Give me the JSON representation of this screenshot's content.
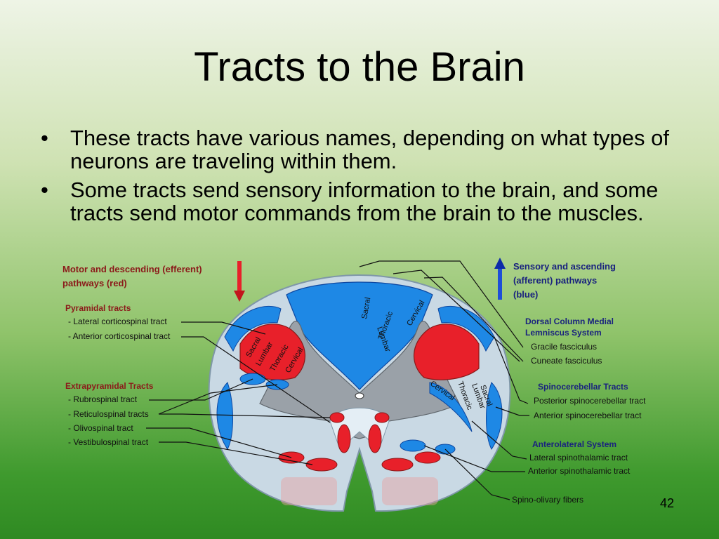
{
  "slide": {
    "title": "Tracts to the Brain",
    "bullets": [
      "These tracts have various names, depending on what types of neurons are traveling within them.",
      "Some tracts send sensory information to the brain, and some tracts send motor commands from the brain to the muscles."
    ],
    "page_number": "42"
  },
  "diagram": {
    "left_header": [
      "Motor and descending (efferent)",
      "pathways   (red)"
    ],
    "right_header": [
      "Sensory and ascending",
      "(afferent) pathways",
      "(blue)"
    ],
    "pyramidal": {
      "title": "Pyramidal tracts",
      "items": [
        "- Lateral corticospinal tract",
        "- Anterior corticospinal tract"
      ]
    },
    "extrapyramidal": {
      "title": "Extrapyramidal Tracts",
      "items": [
        "- Rubrospinal tract",
        "- Reticulospinal tracts",
        "- Olivospinal tract",
        "- Vestibulospinal tract"
      ]
    },
    "dorsal_column": {
      "title": [
        "Dorsal Column Medial",
        "Lemniscus System"
      ],
      "items": [
        "Gracile fasciculus",
        "Cuneate fasciculus"
      ]
    },
    "spinocerebellar": {
      "title": "Spinocerebellar Tracts",
      "items": [
        "Posterior spinocerebellar tract",
        "Anterior spinocerebellar tract"
      ]
    },
    "anterolateral": {
      "title": "Anterolateral System",
      "items": [
        "Lateral spinothalamic tract",
        "Anterior spinothalamic tract"
      ]
    },
    "spino_olivary": "Spino-olivary fibers",
    "segments": {
      "dorsal": [
        "Sacral",
        "Lumbar",
        "Thoracic",
        "Cervical"
      ],
      "left_lateral": [
        "Sacral",
        "Lumbar",
        "Thoracic",
        "Cervical"
      ],
      "right_lateral": [
        "Cervical",
        "Thoracic",
        "Lumbar",
        "Sacral"
      ]
    },
    "colors": {
      "motor": "#e8202a",
      "sensory": "#1e88e5",
      "white_matter": "#bcd3e3",
      "gray_matter": "#9aa1a8"
    }
  }
}
